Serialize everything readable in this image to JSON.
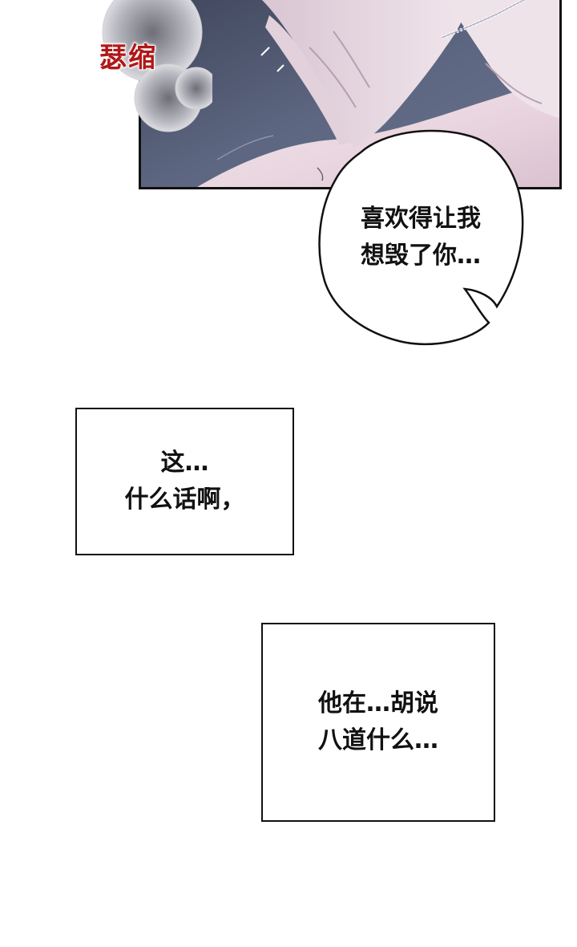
{
  "panel_top": {
    "sfx": "瑟缩"
  },
  "speech_bubble": {
    "lines": [
      "喜欢得让我",
      "想毁了你…"
    ]
  },
  "narration_box_1": {
    "lines": [
      "这…",
      "什么话啊，"
    ]
  },
  "narration_box_2": {
    "lines": [
      "他在…胡说",
      "八道什么…"
    ]
  },
  "colors": {
    "sfx_red": "#b01818",
    "panel_bg": "#4f5870",
    "skin": "#ecdce4"
  }
}
